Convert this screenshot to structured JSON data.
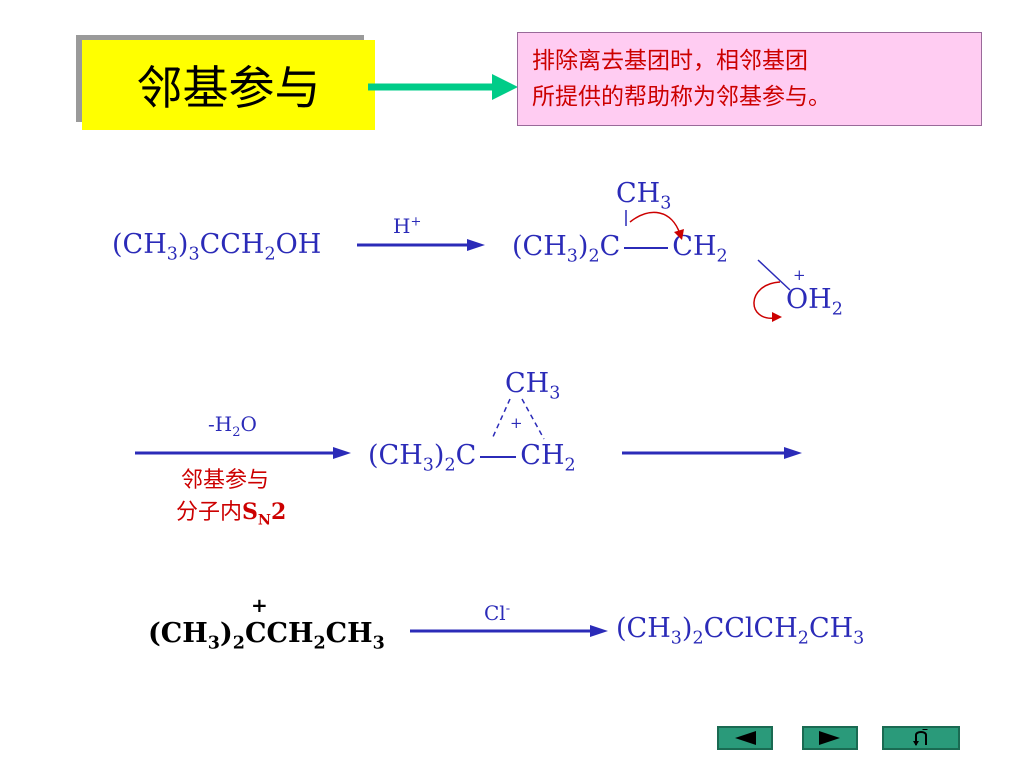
{
  "title": "邻基参与",
  "definition": {
    "line1": "排除离去基团时，相邻基团",
    "line2": "所提供的帮助称为邻基参与。"
  },
  "reaction1": {
    "reactant": "(CH3)3CCH2OH",
    "reagent": "H+",
    "intermediate_top": "CH3",
    "intermediate_mid": "(CH3)2C—CH2",
    "intermediate_plus": "+",
    "intermediate_oh2": "OH2"
  },
  "reaction2": {
    "reagent_top": "-H2O",
    "reagent_bottom_line1": "邻基参与",
    "reagent_bottom_line2": "分子内SN2",
    "bridged_top": "CH3",
    "bridged_plus": "+",
    "bridged_mid": "(CH3)2C—CH2"
  },
  "reaction3": {
    "cation_plus": "+",
    "cation": "(CH3)2CCH2CH3",
    "reagent": "Cl-",
    "product": "(CH3)2CClCH2CH3"
  },
  "nav": {
    "prev_icon": "triangle-left",
    "next_icon": "triangle-right",
    "return_icon": "return-arrow"
  },
  "colors": {
    "formula": "#2b2bb8",
    "red": "#cc0000",
    "title_bg": "#ffff00",
    "definition_bg": "#ffccf2",
    "connector_arrow": "#00cc88",
    "nav_button": "#2a9a7a"
  }
}
